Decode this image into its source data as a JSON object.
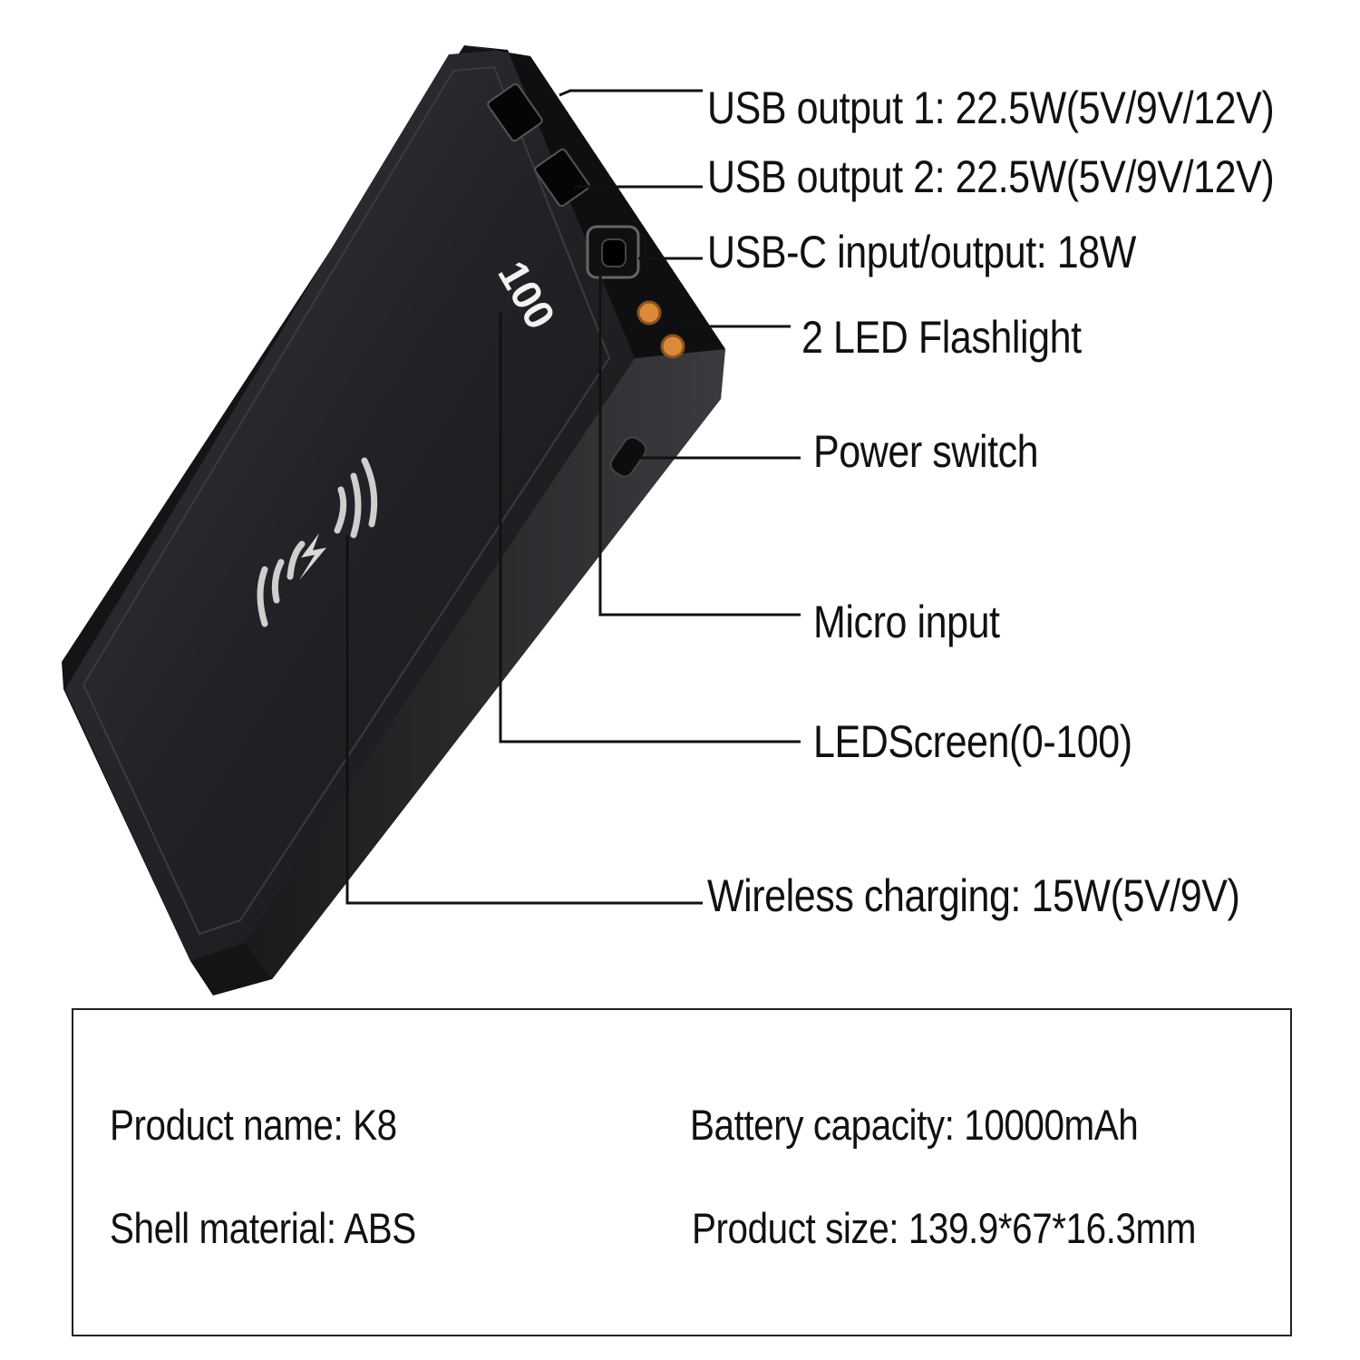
{
  "display_reading": "100",
  "callouts": {
    "usb_output_1": "USB output 1: 22.5W(5V/9V/12V)",
    "usb_output_2": "USB output 2: 22.5W(5V/9V/12V)",
    "usb_c": "USB-C  input/output: 18W",
    "flashlight": "2 LED Flashlight",
    "power_switch": "Power switch",
    "micro_input": "Micro input",
    "led_screen": "LEDScreen(0-100)",
    "wireless": "Wireless charging: 15W(5V/9V)"
  },
  "specs": {
    "product_name": "Product name: K8",
    "battery_capacity": "Battery capacity: 10000mAh",
    "shell_material": "Shell material: ABS",
    "product_size": "Product size: 139.9*67*16.3mm"
  },
  "colors": {
    "body": "#1c1c1e",
    "face": "#2a2a2d",
    "led": "#d98a3a",
    "line": "#111111"
  },
  "icons": [
    "wireless-charging-icon",
    "lightning-bolt-icon"
  ]
}
